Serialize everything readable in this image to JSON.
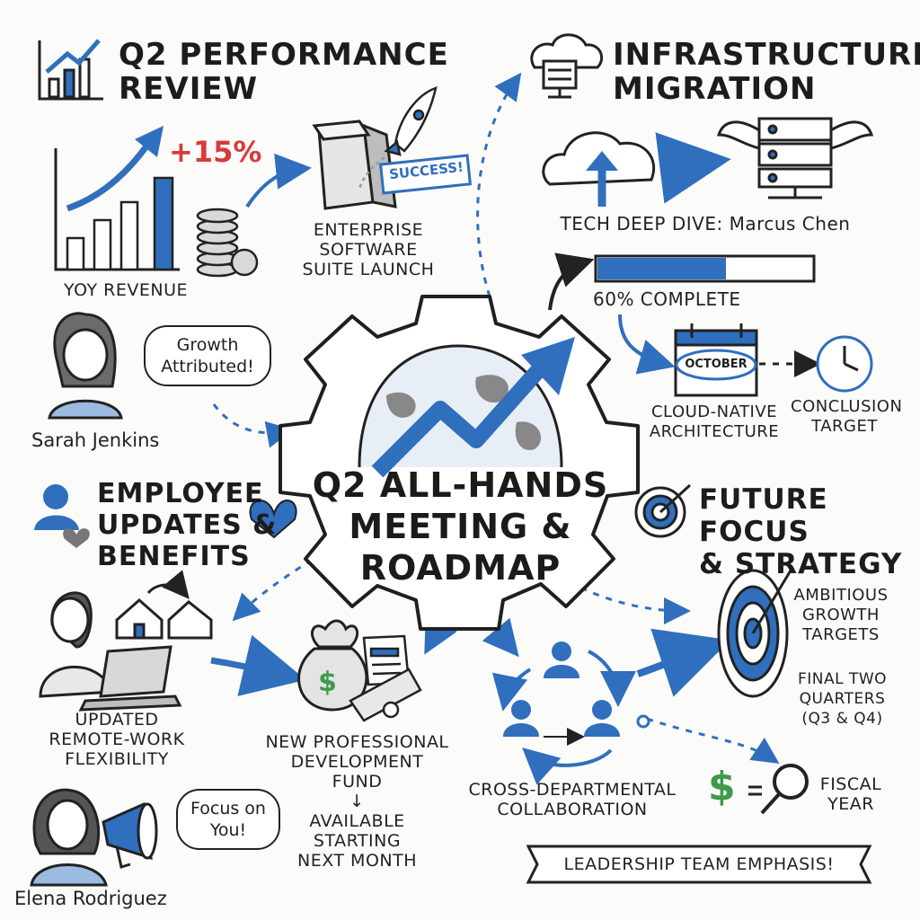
{
  "center": {
    "title_line1": "Q2 ALL-HANDS",
    "title_line2": "MEETING &",
    "title_line3": "ROADMAP"
  },
  "performance": {
    "header_line1": "Q2 PERFORMANCE",
    "header_line2": "REVIEW",
    "growth_label": "+15%",
    "revenue_label": "YOY REVENUE",
    "success_stamp": "SUCCESS!",
    "launch_line1": "ENTERPRISE",
    "launch_line2": "SOFTWARE",
    "launch_line3": "SUITE LAUNCH",
    "bubble_line1": "Growth",
    "bubble_line2": "Attributed!",
    "person_name": "Sarah Jenkins"
  },
  "infrastructure": {
    "header_line1": "INFRASTRUCTURE",
    "header_line2": "MIGRATION",
    "deep_dive": "TECH DEEP DIVE: Marcus Chen",
    "progress": 0.6,
    "progress_label": "60% COMPLETE",
    "calendar_month": "OCTOBER",
    "architecture_line1": "CLOUD-NATIVE",
    "architecture_line2": "ARCHITECTURE",
    "conclusion_line1": "CONCLUSION",
    "conclusion_line2": "TARGET"
  },
  "employee": {
    "header_line1": "EMPLOYEE",
    "header_line2": "UPDATES &",
    "header_line3": "BENEFITS",
    "remote_line1": "UPDATED",
    "remote_line2": "REMOTE-WORK",
    "remote_line3": "FLEXIBILITY",
    "fund_line1": "NEW PROFESSIONAL",
    "fund_line2": "DEVELOPMENT",
    "fund_line3": "FUND",
    "fund_arrow": "↓",
    "avail_line1": "AVAILABLE",
    "avail_line2": "STARTING",
    "avail_line3": "NEXT MONTH",
    "bubble_line1": "Focus on",
    "bubble_line2": "You!",
    "person_name": "Elena Rodriguez"
  },
  "future": {
    "header_line1": "FUTURE FOCUS",
    "header_line2": "& STRATEGY",
    "targets_line1": "AMBITIOUS",
    "targets_line2": "GROWTH",
    "targets_line3": "TARGETS",
    "quarters_line1": "FINAL TWO",
    "quarters_line2": "QUARTERS",
    "quarters_line3": "(Q3 & Q4)",
    "collab_line1": "CROSS-DEPARTMENTAL",
    "collab_line2": "COLLABORATION",
    "fiscal_line1": "FISCAL",
    "fiscal_line2": "YEAR",
    "emphasis": "LEADERSHIP TEAM EMPHASIS!"
  },
  "colors": {
    "accent_blue": "#2f6fbd",
    "ink": "#1f1f1f",
    "growth_red": "#d83a3a",
    "money_green": "#3f9a4a"
  }
}
